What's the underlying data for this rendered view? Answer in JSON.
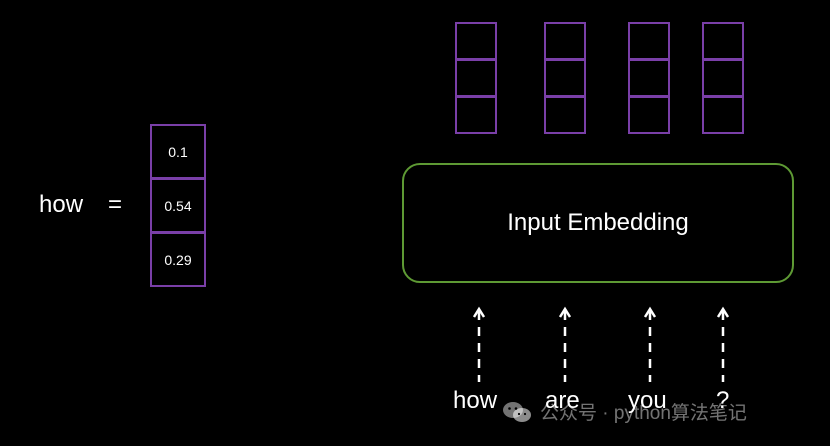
{
  "left": {
    "word": "how",
    "equals": "=",
    "vector": [
      "0.1",
      "0.54",
      "0.29"
    ]
  },
  "embedding": {
    "label": "Input Embedding"
  },
  "tokens": [
    "how",
    "are",
    "you",
    "?"
  ],
  "watermark": {
    "text": "公众号 · python算法笔记",
    "icon": "wechat-icon"
  },
  "colors": {
    "vector_border": "#7a3fa8",
    "box_border": "#5e9a34",
    "background": "#000000",
    "text": "#ffffff"
  }
}
